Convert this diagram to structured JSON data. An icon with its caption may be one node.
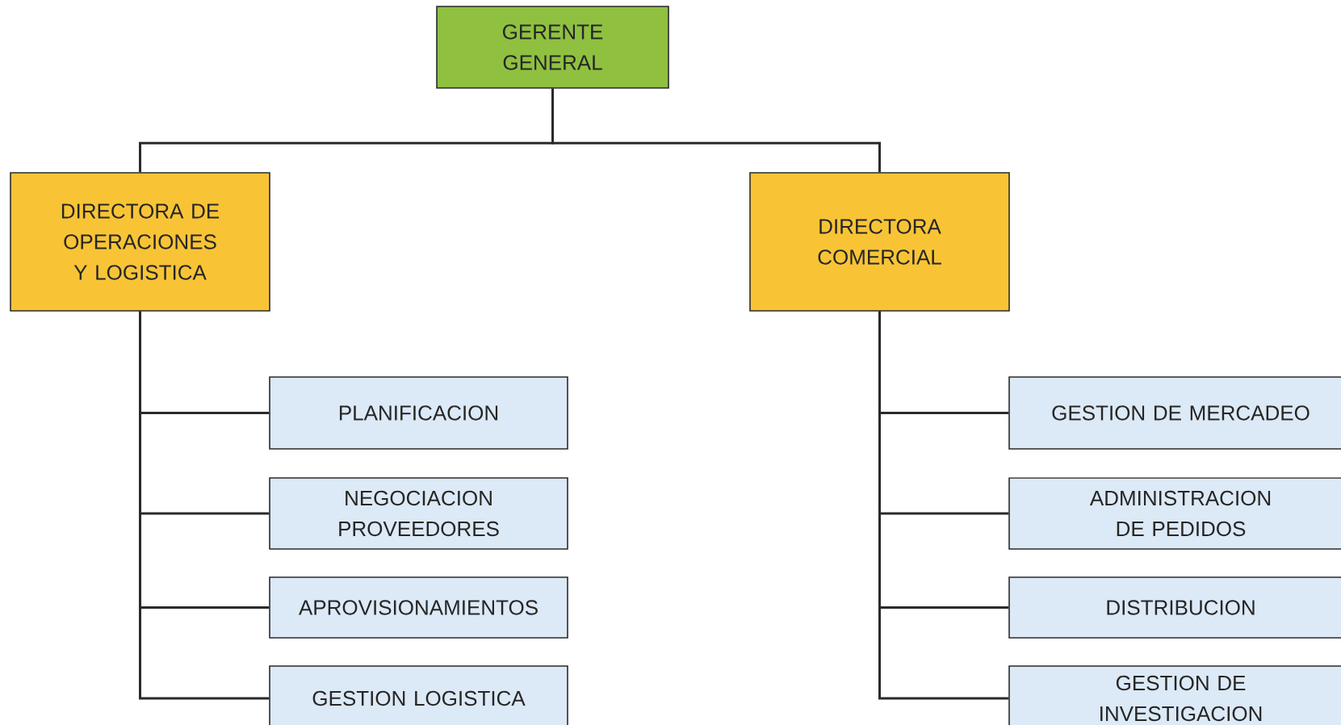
{
  "diagram": {
    "nodes": [
      {
        "text": [
          "GERENTE GENERAL"
        ]
      },
      {
        "text": [
          "DIRECTORA DE OPERACIONES Y LOGISTICA"
        ]
      },
      {
        "text": [
          "DIRECTORA COMERCIAL"
        ]
      },
      {
        "text": [
          "PLANIFICACION"
        ]
      },
      {
        "text": [
          "NEGOCIACION PROVEEDORES"
        ]
      },
      {
        "text": [
          "APROVISIONAMIENTOS"
        ]
      },
      {
        "text": [
          "GESTION LOGISTICA"
        ]
      },
      {
        "text": [
          "GESTION DE MERCADEO"
        ]
      },
      {
        "text": [
          "ADMINISTRACION DE PEDIDOS"
        ]
      },
      {
        "text": [
          "DISTRIBUCION"
        ]
      },
      {
        "text": [
          "GESTION DE INVESTIGACION"
        ]
      }
    ],
    "edges": [
      {
        "from": 0,
        "to": 1,
        "arrow": "none"
      },
      {
        "from": 0,
        "to": 2,
        "arrow": "none"
      },
      {
        "from": 1,
        "to": 3,
        "arrow": "none"
      },
      {
        "from": 1,
        "to": 4,
        "arrow": "none"
      },
      {
        "from": 1,
        "to": 5,
        "arrow": "none"
      },
      {
        "from": 1,
        "to": 6,
        "arrow": "none"
      },
      {
        "from": 2,
        "to": 7,
        "arrow": "none"
      },
      {
        "from": 2,
        "to": 8,
        "arrow": "none"
      },
      {
        "from": 2,
        "to": 9,
        "arrow": "none"
      },
      {
        "from": 2,
        "to": 10,
        "arrow": "none"
      }
    ]
  }
}
